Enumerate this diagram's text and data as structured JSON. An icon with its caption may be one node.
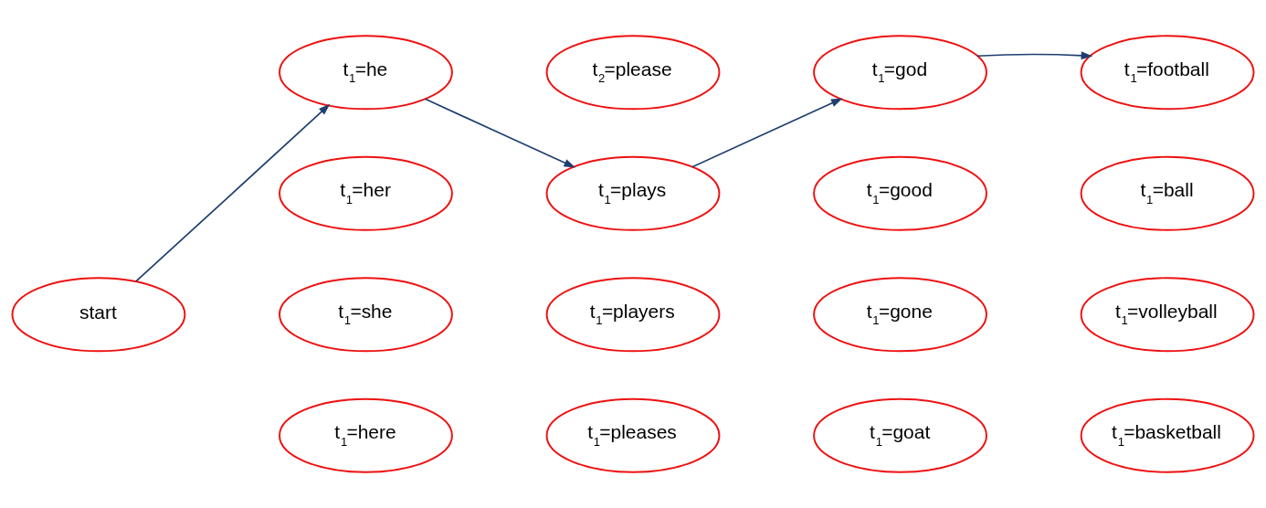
{
  "diagram": {
    "nodes": [
      {
        "text": [
          "start"
        ]
      },
      {
        "text": [
          "t$_{1}$=he"
        ]
      },
      {
        "text": [
          "t$_{1}$=her"
        ]
      },
      {
        "text": [
          "t$_{1}$=she"
        ]
      },
      {
        "text": [
          "t$_{1}$=here"
        ]
      },
      {
        "text": [
          "t$_{2}$=please"
        ]
      },
      {
        "text": [
          "t$_{1}$=plays"
        ]
      },
      {
        "text": [
          "t$_{1}$=players"
        ]
      },
      {
        "text": [
          "t$_{1}$=pleases"
        ]
      },
      {
        "text": [
          "t$_{1}$=god"
        ]
      },
      {
        "text": [
          "t$_{1}$=good"
        ]
      },
      {
        "text": [
          "t$_{1}$=gone"
        ]
      },
      {
        "text": [
          "t$_{1}$=goat"
        ]
      },
      {
        "text": [
          "t$_{1}$=football"
        ]
      },
      {
        "text": [
          "t$_{1}$=ball"
        ]
      },
      {
        "text": [
          "t$_{1}$=volleyball"
        ]
      },
      {
        "text": [
          "t$_{1}$=basketball"
        ]
      }
    ],
    "edges": [
      {
        "from": 0,
        "to": 1,
        "arrow": "to"
      },
      {
        "from": 1,
        "to": 6,
        "arrow": "to"
      },
      {
        "from": 6,
        "to": 9,
        "arrow": "to"
      },
      {
        "from": 9,
        "to": 13,
        "arrow": "to"
      }
    ]
  }
}
